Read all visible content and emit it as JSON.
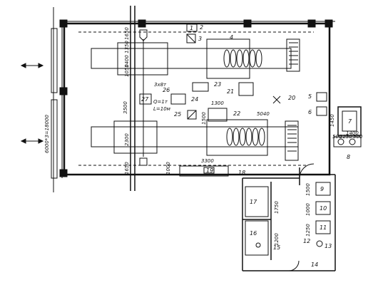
{
  "title": "",
  "dimensions": {
    "span_total": "6000*3=18000",
    "w_1650_top": "1650",
    "w_1400": "1400",
    "w_1350": "1350",
    "w_1050": "1050",
    "w_3500": "3500",
    "w_1500": "1500",
    "w_1300": "1300",
    "w_5040": "5040",
    "w_2300": "2300",
    "w_1650_bot": "1650",
    "w_1000": "1000",
    "w_3300": "3300",
    "w_1450": "1450",
    "w_1400b": "1400",
    "w_500a": "500",
    "w_1250": "1250",
    "w_500b": "500",
    "w_1500b": "1500",
    "w_1000b": "1000",
    "w_1250b": "1250",
    "w_1750": "1750",
    "w_1200": "1200"
  },
  "crane_notes": {
    "crane_qty": "3x8т",
    "load": "Q=1т",
    "span": "L=10м"
  },
  "equipment_numbers": [
    "1",
    "2",
    "3",
    "4",
    "5",
    "6",
    "7",
    "8",
    "9",
    "10",
    "11",
    "12",
    "13",
    "14",
    "15",
    "16",
    "17",
    "18",
    "19",
    "20",
    "21",
    "22",
    "23",
    "24",
    "25",
    "26",
    "27"
  ],
  "arrows": [
    "left-arrow",
    "right-arrow"
  ]
}
